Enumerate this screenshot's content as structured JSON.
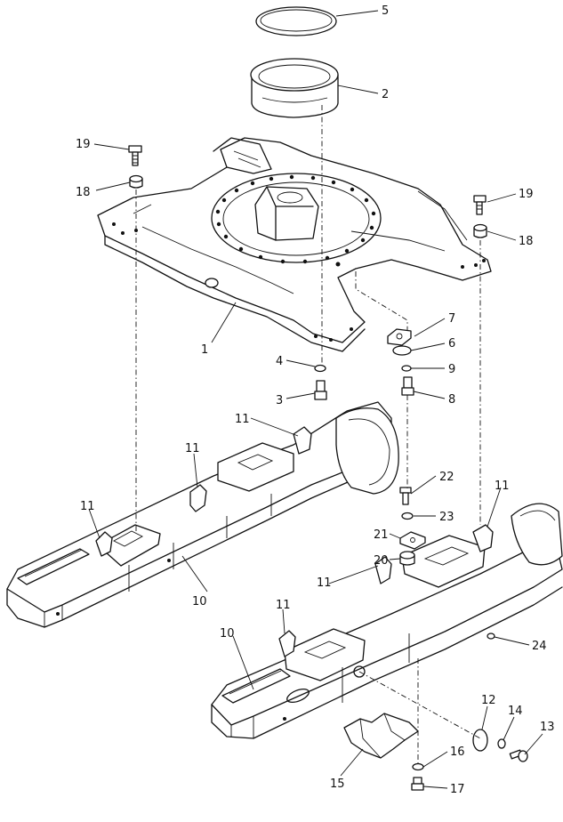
{
  "callouts": {
    "c1": "1",
    "c2": "2",
    "c3": "3",
    "c4": "4",
    "c5": "5",
    "c6": "6",
    "c7": "7",
    "c8": "8",
    "c9": "9",
    "c10a": "10",
    "c10b": "10",
    "c11a": "11",
    "c11b": "11",
    "c11c": "11",
    "c11d": "11",
    "c11e": "11",
    "c11f": "11",
    "c12": "12",
    "c13": "13",
    "c14": "14",
    "c15": "15",
    "c16": "16",
    "c17": "17",
    "c18a": "18",
    "c18b": "18",
    "c19a": "19",
    "c19b": "19",
    "c20": "20",
    "c21": "21",
    "c22": "22",
    "c23": "23",
    "c24": "24"
  }
}
